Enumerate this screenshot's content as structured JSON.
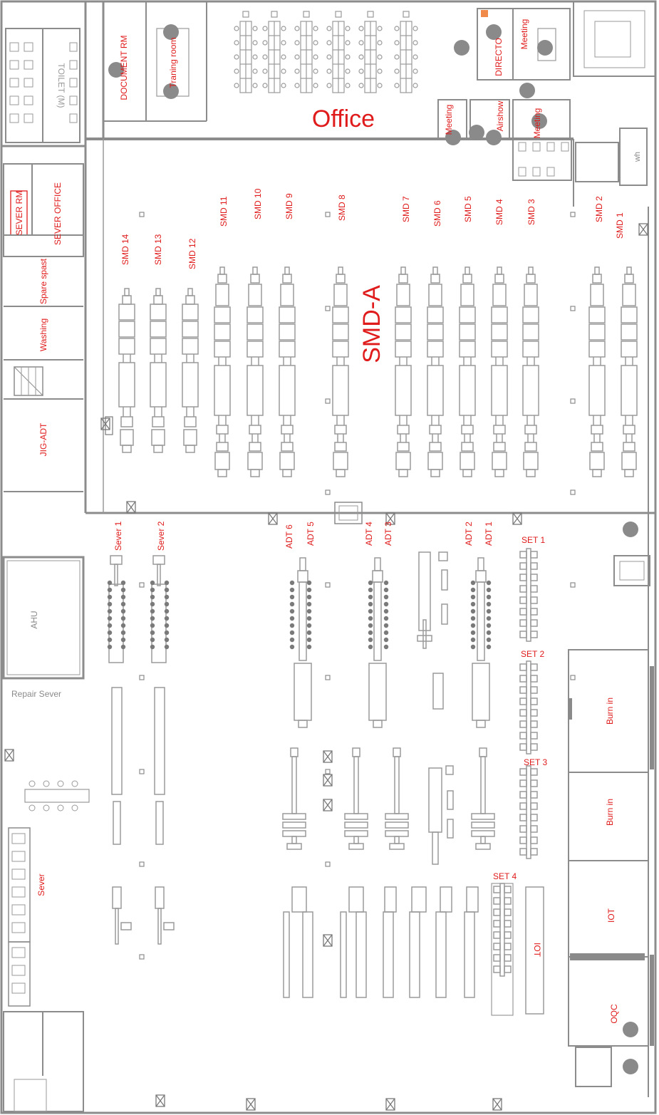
{
  "colors": {
    "wall": "#8c8c8c",
    "line": "#9a9a9a",
    "label": "#e01b1b",
    "grey": "#8a8a8a",
    "dot": "#777777"
  },
  "rooms": {
    "office": "Office",
    "smd_area": "SMD-A",
    "document_rm": "DOCUMENT RM",
    "training_room": "Traning room",
    "director": "DIRECTO",
    "meeting_top": "Meeting",
    "meeting_left": "Meeting",
    "meeting_right": "Meeting",
    "airshow": "Airshow",
    "toilet": "TOILET (M)",
    "wh": "wh",
    "sever_rm": "SEVER RM",
    "sever_office": "SEVER OFFICE",
    "spare_spast": "Spare spast",
    "washing": "Washing",
    "jig_adt": "JIG-ADT",
    "ahu": "AHU",
    "repair_sever": "Repair Sever",
    "sever_room": "Sever",
    "burn_in_1": "Burn in",
    "burn_in_2": "Burn in",
    "iot_room": "IOT",
    "iot_box": "IOT",
    "oqc": "OQC"
  },
  "smd_lines": [
    "SMD 14",
    "SMD 13",
    "SMD 12",
    "SMD 11",
    "SMD 10",
    "SMD 9",
    "SMD 8",
    "SMD 7",
    "SMD 6",
    "SMD 5",
    "SMD 4",
    "SMD 3",
    "SMD 2",
    "SMD 1"
  ],
  "sever_lines": [
    "Sever 1",
    "Sever 2"
  ],
  "adt_lines": [
    "ADT 6",
    "ADT 5",
    "ADT 4",
    "ADT 3",
    "ADT 2",
    "ADT 1"
  ],
  "set_lines": [
    "SET 1",
    "SET 2",
    "SET 3",
    "SET 4"
  ]
}
